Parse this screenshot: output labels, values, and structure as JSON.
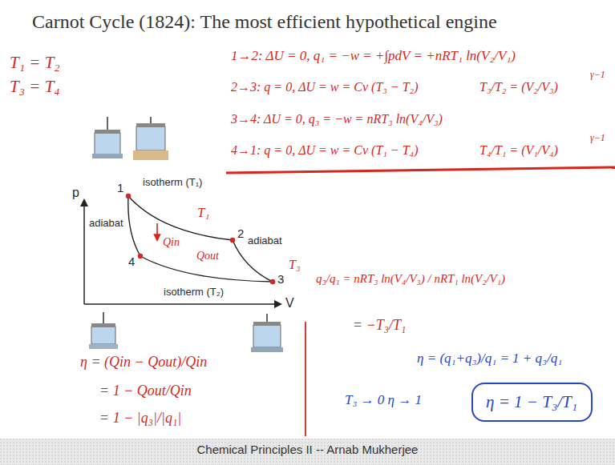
{
  "diagram": {
    "title": "Carnot Cycle (1824): The most efficient hypothetical engine",
    "caption": "Chemical Principles II -- Arnab Mukherjee",
    "nodes": [
      {
        "text": [
          "η = 1 − T₃/T₁"
        ]
      }
    ],
    "labels": [
      "T₁ = T₂",
      "T₃ = T₄",
      "1→2: ΔU = 0, q₁ = −w = +∫pdV = +nRT₁ ln(V₂/V₁)",
      "2→3: q = 0, ΔU = w = Cv (T₃ − T₂)",
      "T₃/T₂ = (V₂/V₃)",
      "γ−1",
      "3→4: ΔU = 0, q₃ = −w = nRT₃ ln(V₄/V₃)",
      "4→1: q = 0, ΔU = w = Cv (T₁ − T₄)",
      "T₄/T₁ = (V₁/V₄)",
      "γ−1",
      "p",
      "1",
      "isotherm (T₁)",
      "T₁",
      "2",
      "Qin",
      "adiabat",
      "adiabat",
      "4",
      "Qout",
      "3",
      "T₃",
      "isotherm (T₂)",
      "V",
      "q₃/q₁ = nRT₃ ln(V₄/V₃) / nRT₁ ln(V₂/V₁)",
      "= −T₃/T₁",
      "η = (q₁+q₃)/q₁ = 1 + q₃/q₁",
      "η = (Qin − Qout)/Qin",
      "T₃ → 0 η → 1",
      "= 1 − Qout/Qin",
      "= 1 − |q₃|/|q₁|"
    ]
  }
}
